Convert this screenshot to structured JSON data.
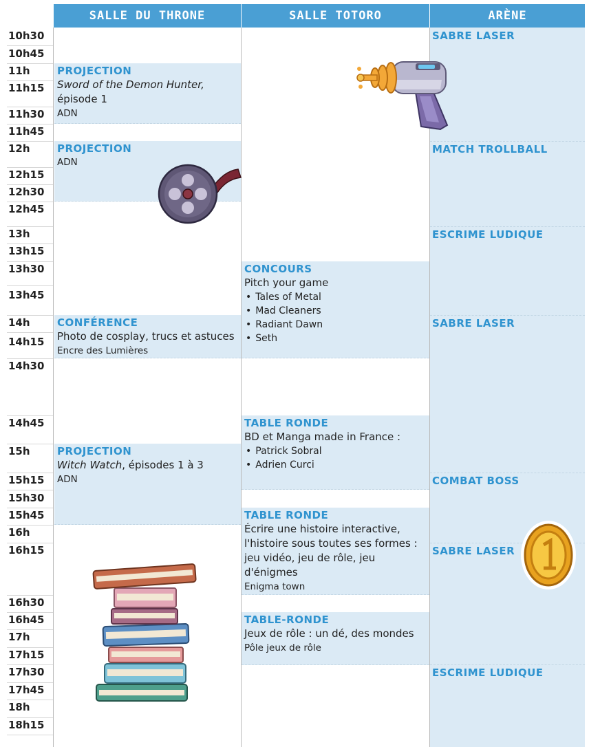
{
  "columns": [
    "SALLE DU THRONE",
    "SALLE TOTORO",
    "ARÈNE"
  ],
  "times": [
    "10h30",
    "10h45",
    "11h",
    "11h15",
    "11h30",
    "11h45",
    "12h",
    "12h15",
    "12h30",
    "12h45",
    "13h",
    "13h15",
    "13h30",
    "13h45",
    "14h",
    "14h15",
    "14h30",
    "14h45",
    "15h",
    "15h15",
    "15h30",
    "15h45",
    "16h",
    "16h15",
    "16h30",
    "16h45",
    "17h",
    "17h15",
    "17h30",
    "17h45",
    "18h",
    "18h15"
  ],
  "throne": [
    {
      "type": "PROJECTION",
      "title_italic": "Sword of the Demon Hunter,",
      "title_rest": "épisode 1",
      "org": "ADN"
    },
    {
      "type": "PROJECTION",
      "org": "ADN"
    },
    {
      "type": "CONFÉRENCE",
      "title": "Photo de cosplay, trucs et astuces",
      "org": "Encre des Lumières"
    },
    {
      "type": "PROJECTION",
      "title_italic": "Witch Watch",
      "title_rest": ", épisodes 1 à 3",
      "org": "ADN"
    }
  ],
  "totoro": [
    {
      "type": "CONCOURS",
      "title": "Pitch your game",
      "items": [
        "Tales of Metal",
        "Mad Cleaners",
        "Radiant Dawn",
        "Seth"
      ]
    },
    {
      "type": "TABLE RONDE",
      "title": "BD et Manga made in France :",
      "items": [
        "Patrick Sobral",
        "Adrien Curci"
      ]
    },
    {
      "type": "TABLE RONDE",
      "title_lines": [
        "Écrire une histoire interactive,",
        "l'histoire sous toutes ses formes :",
        "jeu vidéo, jeu de rôle, jeu",
        "d'énigmes"
      ],
      "org": "Enigma town"
    },
    {
      "type": "TABLE-RONDE",
      "title": "Jeux de rôle : un dé, des mondes",
      "org": "Pôle jeux de rôle"
    }
  ],
  "arena": [
    "SABRE LASER",
    "MATCH TROLLBALL",
    "ESCRIME LUDIQUE",
    "SABRE LASER",
    "COMBAT BOSS",
    "SABRE LASER",
    "ESCRIME LUDIQUE"
  ],
  "colors": {
    "header": "#4a9fd4",
    "event_bg": "#dbeaf5",
    "event_type": "#2f93cf"
  },
  "icons": [
    "raygun-icon",
    "film-reel-icon",
    "book-stack-icon",
    "gold-coin-icon"
  ]
}
